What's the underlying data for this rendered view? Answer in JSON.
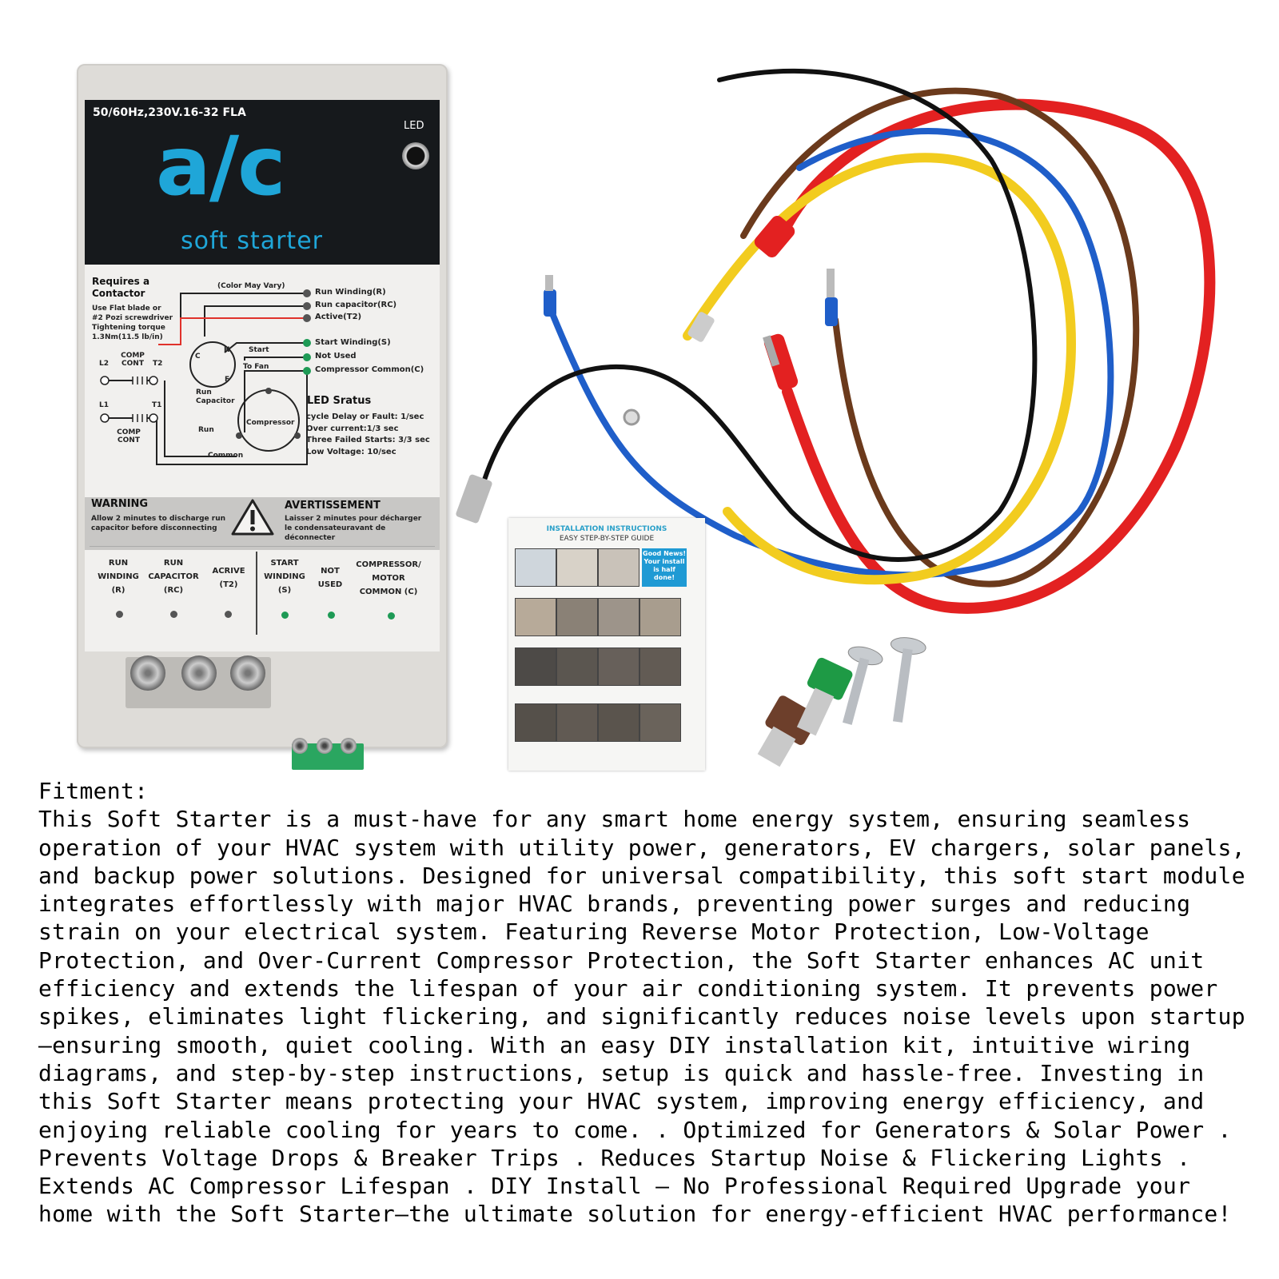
{
  "device": {
    "spec": "50/60Hz,230V.16-32 FLA",
    "led_label": "LED",
    "brand": "a/c",
    "subbrand": "soft starter",
    "requires": "Requires a Contactor",
    "tool_note": [
      "Use Flat blade or",
      "#2 Pozi screwdriver",
      "Tightening torque",
      "1.3Nm(11.5 lb/in)"
    ],
    "color_note": "(Color May Vary)",
    "wire_labels": [
      "Run Winding(R)",
      "Run capacitor(RC)",
      "Active(T2)",
      "Start Winding(S)",
      "Not Used",
      "Compressor Common(C)"
    ],
    "circuit": {
      "comp_cont": "COMP CONT",
      "l2": "L2",
      "t2": "T2",
      "l1": "L1",
      "t1": "T1",
      "start": "Start",
      "to_fan": "To Fan",
      "h": "H",
      "c": "C",
      "f": "F",
      "run_capacitor": "Run Capacitor",
      "compressor": "Compressor",
      "run": "Run",
      "common": "Common"
    },
    "led_status_title": "LED Sratus",
    "led_status_lines": [
      "cycle Delay or Fault: 1/sec",
      "Over current:1/3 sec",
      "Three Failed Starts: 3/3 sec",
      "Low Voltage: 10/sec"
    ],
    "warning_title": "WARNING",
    "warning_text": "Allow 2 minutes to discharge run capacitor before disconnecting",
    "avert_title": "AVERTISSEMENT",
    "avert_text": "Laisser 2 minutes pour décharger le condensateuravant de déconnecter",
    "terminals": [
      {
        "label": "RUN WINDING (R)",
        "color": "#555555"
      },
      {
        "label": "RUN CAPACITOR (RC)",
        "color": "#555555"
      },
      {
        "label": "ACRIVE (T2)",
        "color": "#555555"
      },
      {
        "label": "START WINDING (S)",
        "color": "#1e9a55"
      },
      {
        "label": "NOT USED",
        "color": "#1e9a55"
      },
      {
        "label": "COMPRESSOR/ MOTOR COMMON (C)",
        "color": "#1e9a55"
      }
    ]
  },
  "leaflet": {
    "title": "INSTALLATION INSTRUCTIONS",
    "subtitle": "EASY STEP-BY-STEP GUIDE",
    "good_news": "Good News! Your install is half done!"
  },
  "colors": {
    "accent_blue": "#1fa6d8",
    "wire_red": "#e32121",
    "wire_yellow": "#f2cc1f",
    "wire_blue": "#1f5ec9",
    "wire_brown": "#6b3a1c",
    "wire_black": "#111111"
  },
  "description": {
    "title": "Fitment:",
    "body": "This Soft Starter is a must-have for any smart home energy system, ensuring seamless operation of your HVAC system with utility power, generators, EV chargers, solar panels, and backup power solutions.  Designed for universal compatibility, this soft start module integrates effortlessly with major HVAC brands, preventing power surges and reducing strain on your electrical system.  Featuring Reverse Motor Protection, Low-Voltage Protection, and Over-Current Compressor Protection, the Soft Starter enhances AC unit efficiency and extends the lifespan of your air conditioning system.  It prevents power spikes, eliminates light flickering, and significantly reduces noise levels upon startup—ensuring smooth, quiet cooling.  With an easy DIY installation kit, intuitive wiring diagrams, and step-by-step instructions, setup is quick and hassle-free.  Investing in this Soft Starter means protecting your HVAC system, improving energy efficiency, and enjoying reliable cooling for years to come. .  Optimized for Generators & Solar Power .  Prevents Voltage Drops & Breaker Trips .  Reduces Startup Noise & Flickering Lights .  Extends AC Compressor Lifespan .  DIY Install – No Professional Required Upgrade your home with the Soft Starter—the ultimate solution for energy-efficient HVAC performance!"
  }
}
